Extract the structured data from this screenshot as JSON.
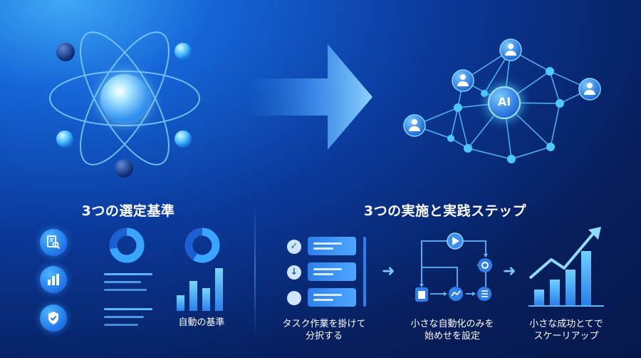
{
  "hero": {
    "network_center_label": "AI"
  },
  "left_section": {
    "title": "3つの選定基準",
    "criteria_caption": "自動の基準"
  },
  "right_section": {
    "title": "3つの実施と実践ステップ",
    "steps": [
      {
        "line1": "タスク作業を掛けて",
        "line2": "分択する"
      },
      {
        "line1": "小さな自動化のみを",
        "line2": "始めせを設定"
      },
      {
        "line1": "小さな成功とてで",
        "line2": "スケーリアップ"
      }
    ]
  },
  "colors": {
    "accent": "#3fa9f5",
    "light": "#62c6ff",
    "node": "#2f7fe9",
    "background_dark": "#071f5e"
  }
}
